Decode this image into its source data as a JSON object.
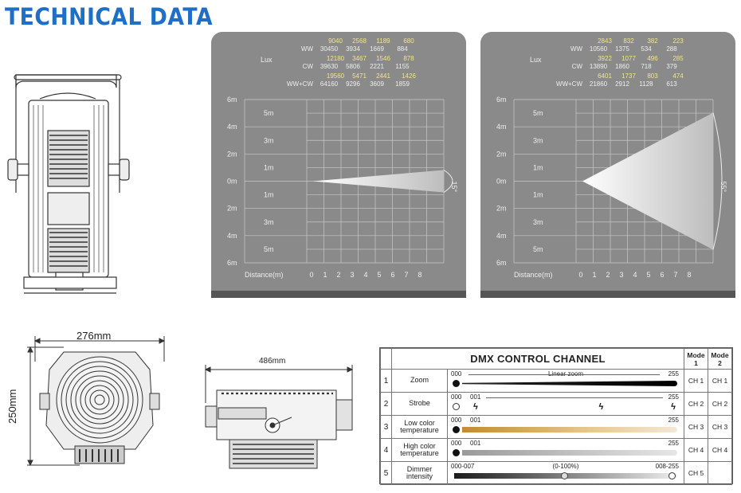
{
  "title": "TECHNICAL DATA",
  "dimensions": {
    "width": "276mm",
    "height": "250mm",
    "length": "486mm"
  },
  "photometry": {
    "lux_label": "Lux",
    "distance_label": "Distance(m)",
    "distances": [
      "0",
      "1",
      "2",
      "3",
      "4",
      "5",
      "6",
      "7",
      "8"
    ],
    "left_axis": [
      "6m",
      "4m",
      "2m",
      "0m",
      "2m",
      "4m",
      "6m"
    ],
    "inner_labels": [
      "5m",
      "3m",
      "1m",
      "1m",
      "3m",
      "5m"
    ],
    "narrow": {
      "angle": "15°",
      "rows": [
        {
          "label": "WW",
          "top": [
            "9040",
            "2568",
            "1189",
            "680"
          ],
          "bottom": [
            "30450",
            "3934",
            "1669",
            "884"
          ]
        },
        {
          "label": "CW",
          "top": [
            "12180",
            "3467",
            "1546",
            "878"
          ],
          "bottom": [
            "39630",
            "5806",
            "2221",
            "1155"
          ]
        },
        {
          "label": "WW+CW",
          "top": [
            "19560",
            "5471",
            "2441",
            "1426"
          ],
          "bottom": [
            "64160",
            "9296",
            "3609",
            "1859"
          ]
        }
      ]
    },
    "wide": {
      "angle": "55°",
      "rows": [
        {
          "label": "WW",
          "top": [
            "2843",
            "832",
            "382",
            "223"
          ],
          "bottom": [
            "10560",
            "1375",
            "534",
            "288"
          ]
        },
        {
          "label": "CW",
          "top": [
            "3922",
            "1077",
            "496",
            "285"
          ],
          "bottom": [
            "13890",
            "1860",
            "718",
            "379"
          ]
        },
        {
          "label": "WW+CW",
          "top": [
            "6401",
            "1737",
            "803",
            "474"
          ],
          "bottom": [
            "21860",
            "2912",
            "1128",
            "613"
          ]
        }
      ]
    }
  },
  "dmx": {
    "title": "DMX CONTROL CHANNEL",
    "mode1": "Mode 1",
    "mode2": "Mode 2",
    "rows": [
      {
        "num": "1",
        "function": "Zoom",
        "lo": "000",
        "mid": "Linear zoom",
        "hi": "255",
        "m1": "CH 1",
        "m2": "CH 1"
      },
      {
        "num": "2",
        "function": "Strobe",
        "lo": "000",
        "lo2": "001",
        "hi": "255",
        "m1": "CH 2",
        "m2": "CH 2"
      },
      {
        "num": "3",
        "function": "Low color temperature",
        "lo": "000",
        "lo2": "001",
        "hi": "255",
        "m1": "CH 3",
        "m2": "CH 3"
      },
      {
        "num": "4",
        "function": "High color temperature",
        "lo": "000",
        "lo2": "001",
        "hi": "255",
        "m1": "CH 4",
        "m2": "CH 4"
      },
      {
        "num": "5",
        "function": "Dimmer intensity",
        "lo": "000-007",
        "mid": "(0-100%)",
        "hi": "008-255",
        "m1": "CH 5",
        "m2": ""
      }
    ]
  }
}
